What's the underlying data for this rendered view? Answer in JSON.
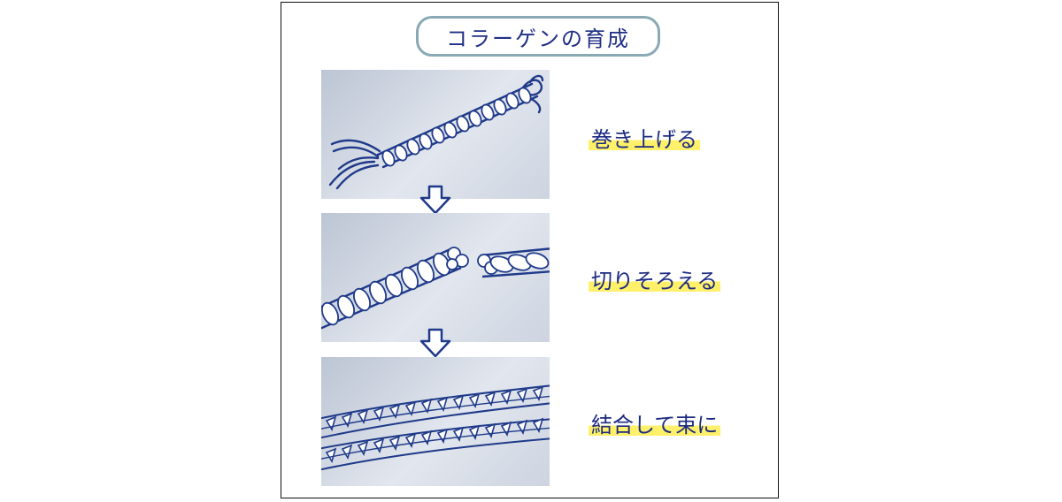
{
  "title": "コラーゲンの育成",
  "steps": [
    {
      "label": "巻き上げる"
    },
    {
      "label": "切りそろえる"
    },
    {
      "label": "結合して束に"
    }
  ],
  "colors": {
    "title_border": "#8aa9b4",
    "text": "#1c2b82",
    "highlight": "#fff06a",
    "rope_outline": "#1f3a8a",
    "rope_fill": "#ffffff"
  },
  "icons": [
    "down-arrow-icon"
  ]
}
